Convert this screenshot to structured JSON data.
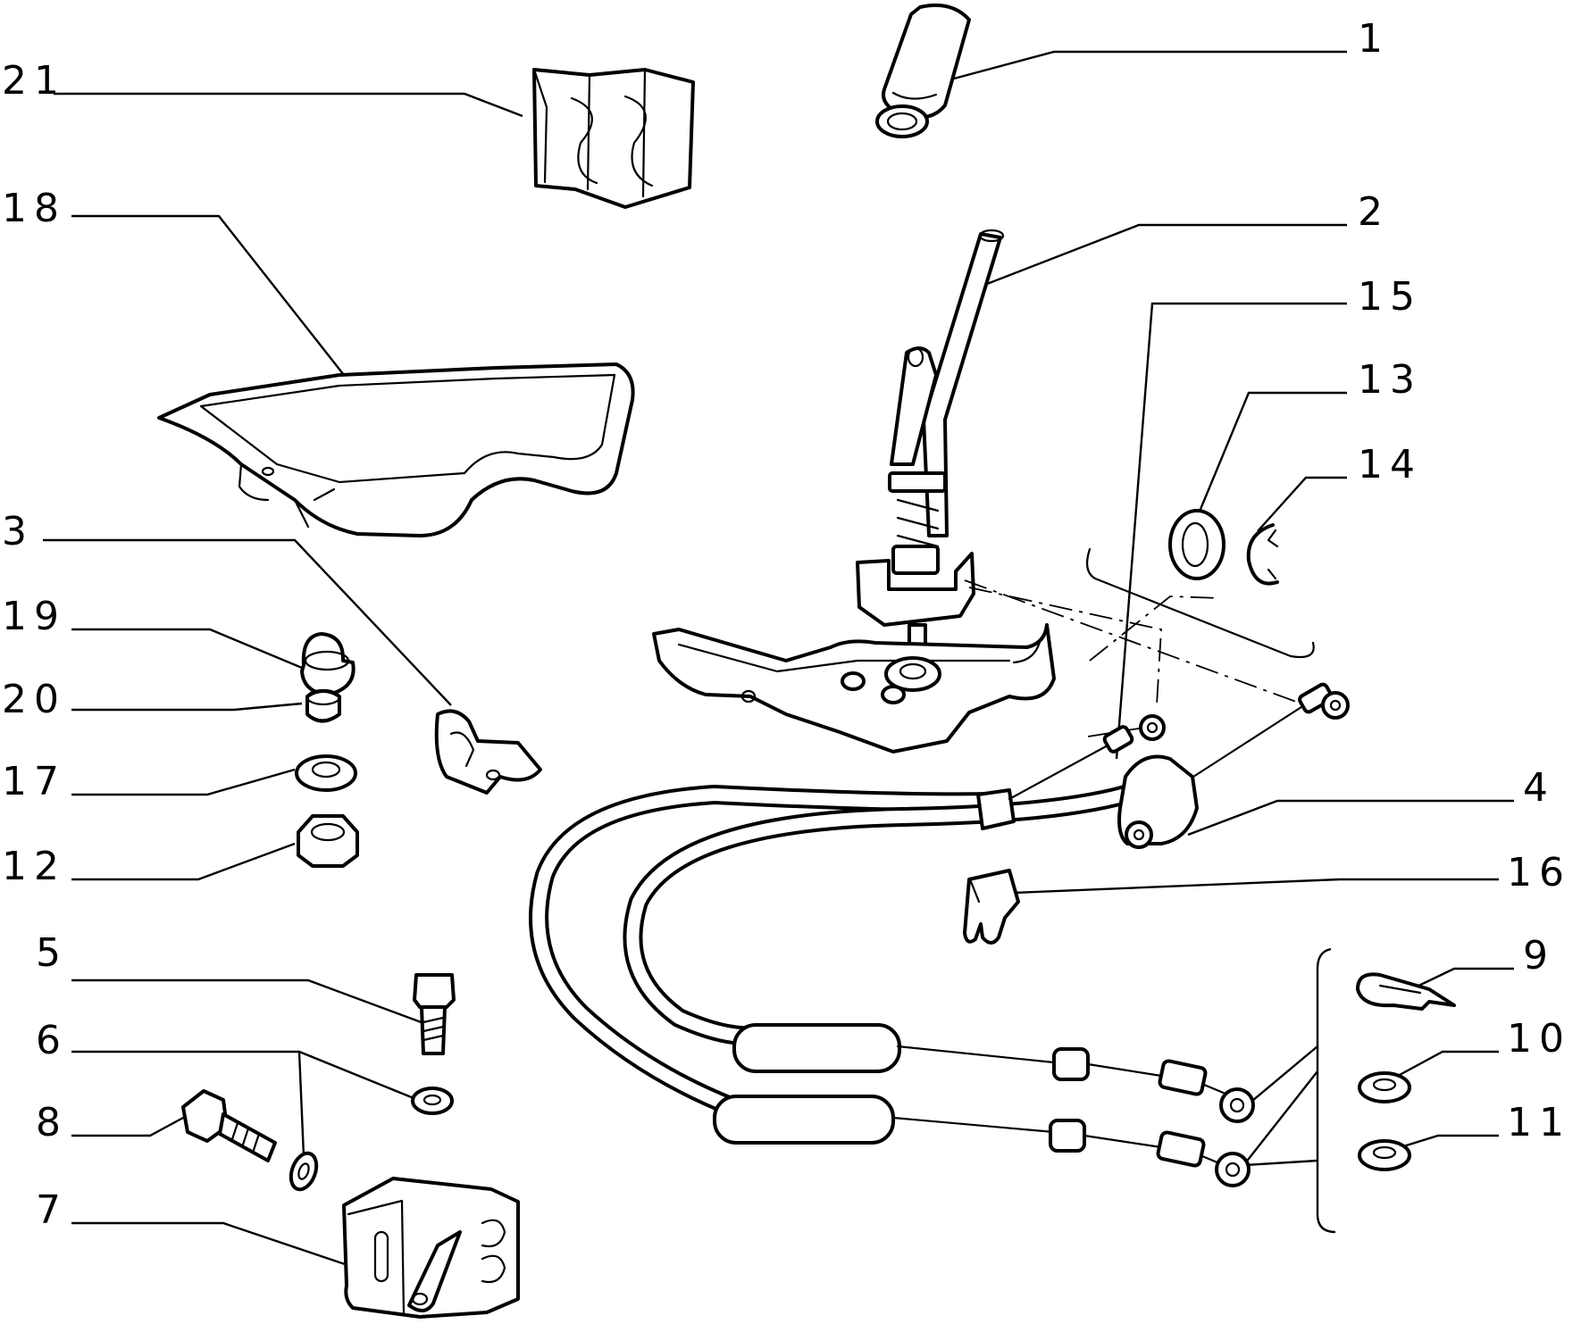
{
  "title": "",
  "callouts": [
    {
      "id": "1",
      "text": "1"
    },
    {
      "id": "2",
      "text": "2"
    },
    {
      "id": "3",
      "text": "3"
    },
    {
      "id": "4",
      "text": "4"
    },
    {
      "id": "5",
      "text": "5"
    },
    {
      "id": "6",
      "text": "6"
    },
    {
      "id": "7",
      "text": "7"
    },
    {
      "id": "8",
      "text": "8"
    },
    {
      "id": "9",
      "text": "9"
    },
    {
      "id": "10",
      "text": "10"
    },
    {
      "id": "11",
      "text": "11"
    },
    {
      "id": "12",
      "text": "12"
    },
    {
      "id": "13",
      "text": "13"
    },
    {
      "id": "14",
      "text": "14"
    },
    {
      "id": "15",
      "text": "15"
    },
    {
      "id": "16",
      "text": "16"
    },
    {
      "id": "17",
      "text": "17"
    },
    {
      "id": "18",
      "text": "18"
    },
    {
      "id": "19",
      "text": "19"
    },
    {
      "id": "20",
      "text": "20"
    },
    {
      "id": "21",
      "text": "21"
    }
  ],
  "colors": {
    "line": "#000000",
    "background": "#ffffff"
  }
}
